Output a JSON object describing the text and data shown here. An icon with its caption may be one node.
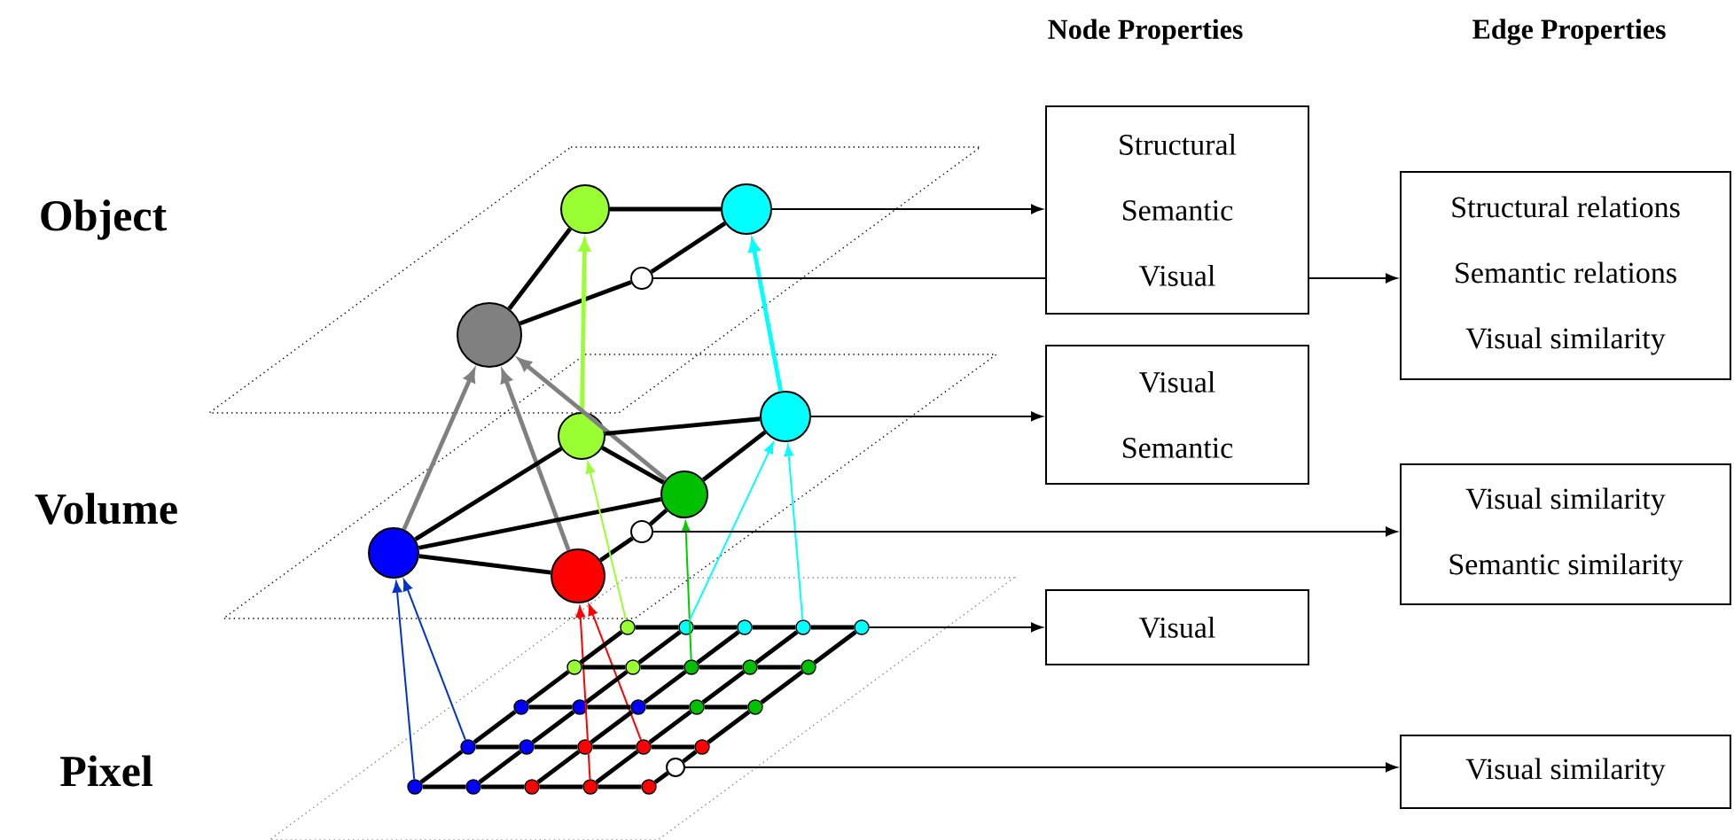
{
  "diagram": {
    "nodes": [
      {
        "text": [],
        "shape": "circle"
      },
      {
        "text": [],
        "shape": "circle"
      },
      {
        "text": [],
        "shape": "circle"
      },
      {
        "text": [],
        "shape": "circle"
      },
      {
        "text": [],
        "shape": "circle"
      },
      {
        "text": [],
        "shape": "circle"
      },
      {
        "text": [],
        "shape": "circle"
      },
      {
        "text": [],
        "shape": "circle"
      },
      {
        "text": [],
        "shape": "circle"
      },
      {
        "text": [],
        "shape": "circle"
      },
      {
        "text": [],
        "shape": "circle"
      },
      {
        "text": [
          "Structural",
          "Semantic",
          "Visual"
        ]
      },
      {
        "text": [
          "Visual",
          "Semantic"
        ]
      },
      {
        "text": [
          "Visual"
        ]
      },
      {
        "text": [
          "Structural relations",
          "Semantic relations",
          "Visual similarity"
        ]
      },
      {
        "text": [
          "Visual similarity",
          "Semantic similarity"
        ]
      },
      {
        "text": [
          "Visual similarity"
        ]
      },
      {
        "text": [],
        "shape": "circle"
      },
      {
        "text": [],
        "shape": "circle"
      },
      {
        "text": [],
        "shape": "circle"
      },
      {
        "text": [],
        "shape": "circle"
      },
      {
        "text": [],
        "shape": "circle"
      },
      {
        "text": [],
        "shape": "circle"
      },
      {
        "text": [],
        "shape": "circle"
      },
      {
        "text": [],
        "shape": "circle"
      },
      {
        "text": [],
        "shape": "circle"
      },
      {
        "text": [],
        "shape": "circle"
      },
      {
        "text": [],
        "shape": "circle"
      },
      {
        "text": [],
        "shape": "circle"
      },
      {
        "text": [],
        "shape": "circle"
      },
      {
        "text": [],
        "shape": "circle"
      },
      {
        "text": [],
        "shape": "circle"
      },
      {
        "text": [],
        "shape": "circle"
      },
      {
        "text": [],
        "shape": "circle"
      },
      {
        "text": [],
        "shape": "circle"
      },
      {
        "text": [],
        "shape": "circle"
      },
      {
        "text": [],
        "shape": "circle"
      },
      {
        "text": [],
        "shape": "circle"
      },
      {
        "text": [],
        "shape": "circle"
      },
      {
        "text": [],
        "shape": "circle"
      },
      {
        "text": [],
        "shape": "circle"
      },
      {
        "text": [],
        "shape": "circle"
      }
    ],
    "edges": [
      {
        "from": 2,
        "to": 0,
        "arrow": "none"
      },
      {
        "from": 0,
        "to": 1,
        "arrow": "none"
      },
      {
        "from": 2,
        "to": 3,
        "arrow": "none"
      },
      {
        "from": 3,
        "to": 1,
        "arrow": "none"
      },
      {
        "from": 4,
        "to": 0,
        "arrow": "to",
        "color": "#99ff33"
      },
      {
        "from": 5,
        "to": 1,
        "arrow": "to",
        "color": "#00ffff"
      },
      {
        "from": 7,
        "to": 2,
        "arrow": "to",
        "color": "#808080"
      },
      {
        "from": 8,
        "to": 2,
        "arrow": "to",
        "color": "#808080"
      },
      {
        "from": 6,
        "to": 2,
        "arrow": "to",
        "color": "#808080"
      },
      {
        "from": 7,
        "to": 4,
        "arrow": "none"
      },
      {
        "from": 7,
        "to": 6,
        "arrow": "none"
      },
      {
        "from": 7,
        "to": 8,
        "arrow": "none"
      },
      {
        "from": 4,
        "to": 5,
        "arrow": "none"
      },
      {
        "from": 4,
        "to": 6,
        "arrow": "none"
      },
      {
        "from": 8,
        "to": 9,
        "arrow": "none"
      },
      {
        "from": 9,
        "to": 6,
        "arrow": "none"
      },
      {
        "from": 6,
        "to": 5,
        "arrow": "none"
      },
      {
        "from": 37,
        "to": 7,
        "arrow": "to",
        "color": "#0033cc"
      },
      {
        "from": 32,
        "to": 7,
        "arrow": "to",
        "color": "#0033cc"
      },
      {
        "from": 40,
        "to": 8,
        "arrow": "to",
        "color": "#ff0000"
      },
      {
        "from": 35,
        "to": 8,
        "arrow": "to",
        "color": "#ff0000"
      },
      {
        "from": 17,
        "to": 4,
        "arrow": "to",
        "color": "#99ff33"
      },
      {
        "from": 24,
        "to": 6,
        "arrow": "to",
        "color": "#00cc00"
      },
      {
        "from": 18,
        "to": 5,
        "arrow": "to",
        "color": "#00ffff"
      },
      {
        "from": 20,
        "to": 5,
        "arrow": "to",
        "color": "#00ffff"
      },
      {
        "from": 1,
        "to": 11,
        "arrow": "to"
      },
      {
        "from": 3,
        "to": 11,
        "arrow": "none"
      },
      {
        "from": 11,
        "to": 14,
        "arrow": "to"
      },
      {
        "from": 5,
        "to": 12,
        "arrow": "to"
      },
      {
        "from": 9,
        "to": 15,
        "arrow": "to"
      },
      {
        "from": 21,
        "to": 13,
        "arrow": "to"
      },
      {
        "from": 10,
        "to": 16,
        "arrow": "to"
      },
      {
        "from": 17,
        "to": 18,
        "arrow": "none"
      },
      {
        "from": 18,
        "to": 19,
        "arrow": "none"
      },
      {
        "from": 19,
        "to": 20,
        "arrow": "none"
      },
      {
        "from": 20,
        "to": 21,
        "arrow": "none"
      },
      {
        "from": 22,
        "to": 23,
        "arrow": "none"
      },
      {
        "from": 23,
        "to": 24,
        "arrow": "none"
      },
      {
        "from": 24,
        "to": 25,
        "arrow": "none"
      },
      {
        "from": 25,
        "to": 26,
        "arrow": "none"
      },
      {
        "from": 27,
        "to": 28,
        "arrow": "none"
      },
      {
        "from": 28,
        "to": 29,
        "arrow": "none"
      },
      {
        "from": 29,
        "to": 30,
        "arrow": "none"
      },
      {
        "from": 30,
        "to": 31,
        "arrow": "none"
      },
      {
        "from": 32,
        "to": 33,
        "arrow": "none"
      },
      {
        "from": 33,
        "to": 34,
        "arrow": "none"
      },
      {
        "from": 34,
        "to": 35,
        "arrow": "none"
      },
      {
        "from": 35,
        "to": 36,
        "arrow": "none"
      },
      {
        "from": 37,
        "to": 38,
        "arrow": "none"
      },
      {
        "from": 38,
        "to": 39,
        "arrow": "none"
      },
      {
        "from": 39,
        "to": 40,
        "arrow": "none"
      },
      {
        "from": 40,
        "to": 41,
        "arrow": "none"
      },
      {
        "from": 37,
        "to": 32,
        "arrow": "none"
      },
      {
        "from": 32,
        "to": 27,
        "arrow": "none"
      },
      {
        "from": 27,
        "to": 22,
        "arrow": "none"
      },
      {
        "from": 22,
        "to": 17,
        "arrow": "none"
      },
      {
        "from": 38,
        "to": 33,
        "arrow": "none"
      },
      {
        "from": 33,
        "to": 28,
        "arrow": "none"
      },
      {
        "from": 28,
        "to": 23,
        "arrow": "none"
      },
      {
        "from": 23,
        "to": 18,
        "arrow": "none"
      },
      {
        "from": 39,
        "to": 34,
        "arrow": "none"
      },
      {
        "from": 34,
        "to": 29,
        "arrow": "none"
      },
      {
        "from": 29,
        "to": 24,
        "arrow": "none"
      },
      {
        "from": 24,
        "to": 19,
        "arrow": "none"
      },
      {
        "from": 40,
        "to": 35,
        "arrow": "none"
      },
      {
        "from": 35,
        "to": 30,
        "arrow": "none"
      },
      {
        "from": 30,
        "to": 25,
        "arrow": "none"
      },
      {
        "from": 25,
        "to": 20,
        "arrow": "none"
      },
      {
        "from": 41,
        "to": 10,
        "arrow": "none"
      },
      {
        "from": 10,
        "to": 36,
        "arrow": "none"
      },
      {
        "from": 36,
        "to": 31,
        "arrow": "none"
      },
      {
        "from": 31,
        "to": 26,
        "arrow": "none"
      },
      {
        "from": 26,
        "to": 21,
        "arrow": "none"
      }
    ],
    "labels": [
      "Node Properties",
      "Edge Properties",
      "Object",
      "Volume",
      "Pixel"
    ]
  }
}
